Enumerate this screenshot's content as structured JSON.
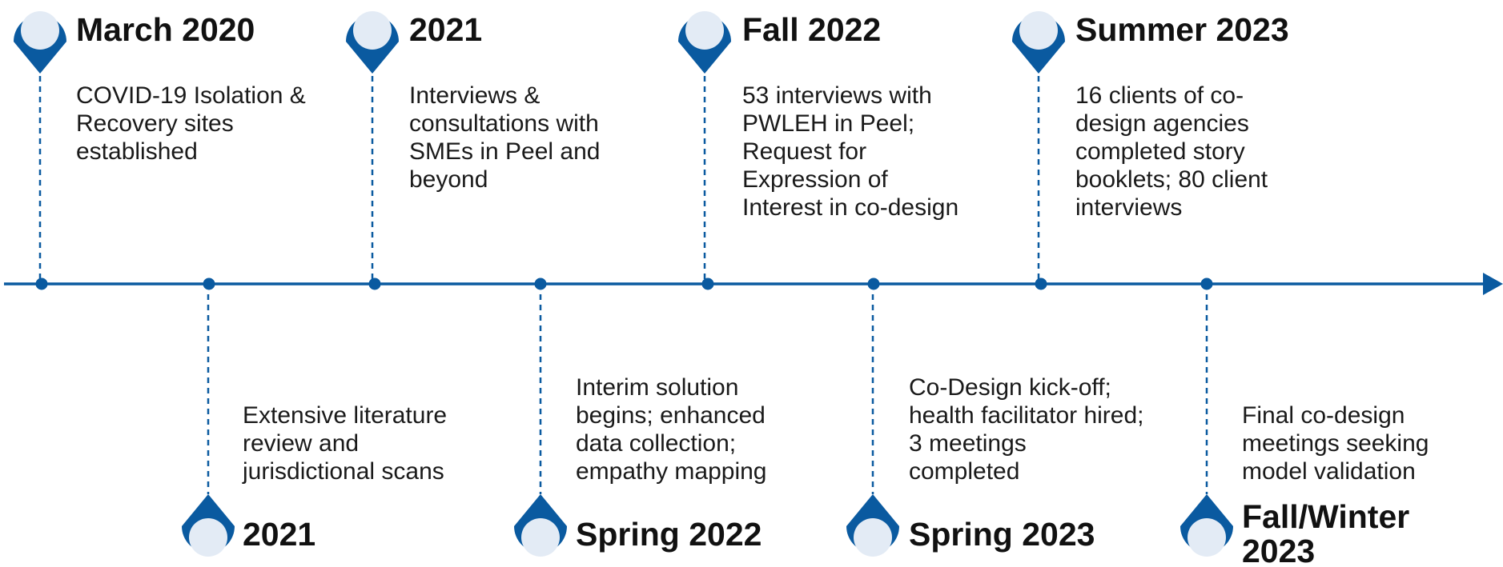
{
  "timeline": {
    "accent_color": "#0a5aa0",
    "pin_fill": "#e3ebf5",
    "events": [
      {
        "title": "March 2020",
        "lines": [
          "COVID-19 Isolation &",
          "Recovery sites",
          "established"
        ]
      },
      {
        "title": "2021",
        "lines": [
          "Extensive literature",
          "review and",
          "jurisdictional scans"
        ]
      },
      {
        "title": "2021",
        "lines": [
          "Interviews &",
          "consultations with",
          "SMEs in Peel and",
          "beyond"
        ]
      },
      {
        "title": "Spring 2022",
        "lines": [
          "Interim solution",
          "begins; enhanced",
          "data collection;",
          "empathy mapping"
        ]
      },
      {
        "title": "Fall 2022",
        "lines": [
          "53 interviews with",
          "PWLEH in Peel;",
          "Request for",
          "Expression of",
          "Interest in co-design"
        ]
      },
      {
        "title": "Spring 2023",
        "lines": [
          "Co-Design kick-off;",
          "health facilitator hired;",
          "3 meetings",
          "completed"
        ]
      },
      {
        "title": "Summer 2023",
        "lines": [
          "16 clients of co-",
          "design agencies",
          "completed story",
          "booklets; 80 client",
          "interviews"
        ]
      },
      {
        "title_lines": [
          "Fall/Winter",
          "2023"
        ],
        "lines": [
          "Final co-design",
          "meetings seeking",
          "model validation"
        ]
      }
    ]
  }
}
